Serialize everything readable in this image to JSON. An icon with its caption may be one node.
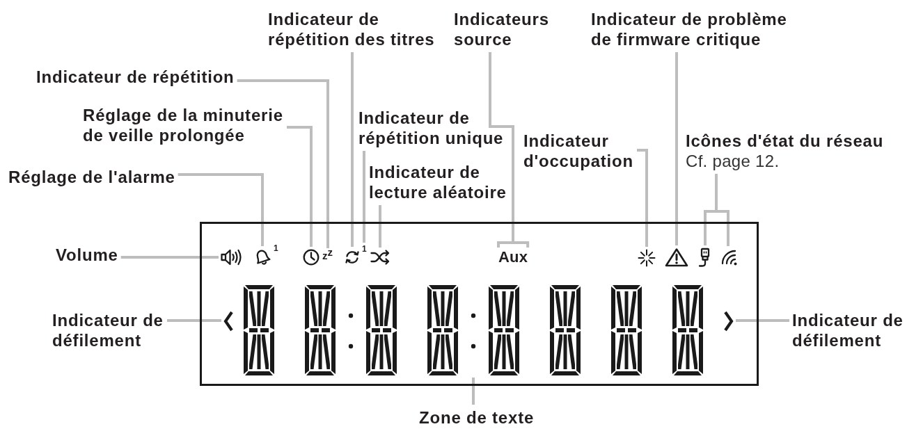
{
  "diagram": {
    "nodes": [
      {
        "text": [
          "Indicateur de répétition des titres"
        ]
      },
      {
        "text": [
          "Indicateurs source"
        ]
      },
      {
        "text": [
          "Indicateur de problème de firmware critique"
        ]
      },
      {
        "text": [
          "Indicateur de répétition"
        ]
      },
      {
        "text": [
          "Réglage de la minuterie de veille prolongée"
        ]
      },
      {
        "text": [
          "Indicateur de répétition unique"
        ]
      },
      {
        "text": [
          "Indicateur d'occupation"
        ]
      },
      {
        "text": [
          "Icônes d'état du réseau",
          "Cf. page 12."
        ]
      },
      {
        "text": [
          "Indicateur de lecture aléatoire"
        ]
      },
      {
        "text": [
          "Réglage de l'alarme"
        ]
      },
      {
        "text": [
          "Volume"
        ]
      },
      {
        "text": [],
        "shape": "box"
      },
      {
        "text": [],
        "shape": "picture",
        "in": 11
      },
      {
        "text": [],
        "shape": "picture",
        "beside": [
          "1"
        ],
        "in": 11
      },
      {
        "text": [],
        "shape": "picture",
        "in": 11
      },
      {
        "text": [
          "z$^{z}$"
        ],
        "in": 11
      },
      {
        "text": [],
        "shape": "picture",
        "in": 11
      },
      {
        "text": [
          "1"
        ],
        "in": 11
      },
      {
        "text": [],
        "shape": "picture",
        "in": 11
      },
      {
        "text": [
          "Aux"
        ],
        "in": 11
      },
      {
        "text": [],
        "shape": "picture",
        "in": 11
      },
      {
        "text": [],
        "shape": "triangle",
        "in": 11
      },
      {
        "text": [],
        "shape": "picture",
        "in": 11
      },
      {
        "text": [],
        "shape": "picture",
        "in": 11
      },
      {
        "text": [],
        "shape": "picture",
        "in": 11
      },
      {
        "text": [],
        "shape": "picture",
        "in": 11
      },
      {
        "text": [],
        "shape": "picture",
        "in": 11
      },
      {
        "text": [
          "Indicateur de défilement"
        ]
      },
      {
        "text": [
          "Indicateur de défilement"
        ]
      },
      {
        "text": [
          "Zone de texte"
        ]
      }
    ],
    "edges": [
      {
        "from": 0,
        "to": 16,
        "arrow": "none"
      },
      {
        "from": 1,
        "to": 19,
        "arrow": "none"
      },
      {
        "from": 2,
        "to": 21,
        "arrow": "none"
      },
      {
        "from": 3,
        "to": 15,
        "arrow": "none"
      },
      {
        "from": 4,
        "to": 14,
        "arrow": "none"
      },
      {
        "from": 5,
        "to": 17,
        "arrow": "none"
      },
      {
        "from": 6,
        "to": 20,
        "arrow": "none"
      },
      {
        "from": 7,
        "to": 22,
        "arrow": "none"
      },
      {
        "from": 7,
        "to": 23,
        "arrow": "none"
      },
      {
        "from": 8,
        "to": 18,
        "arrow": "none"
      },
      {
        "from": 9,
        "to": 13,
        "arrow": "none"
      },
      {
        "from": 10,
        "to": 12,
        "arrow": "none"
      },
      {
        "from": 27,
        "to": 24,
        "arrow": "none"
      },
      {
        "from": 28,
        "to": 26,
        "arrow": "none"
      },
      {
        "from": 29,
        "to": 25,
        "arrow": "none"
      }
    ]
  }
}
